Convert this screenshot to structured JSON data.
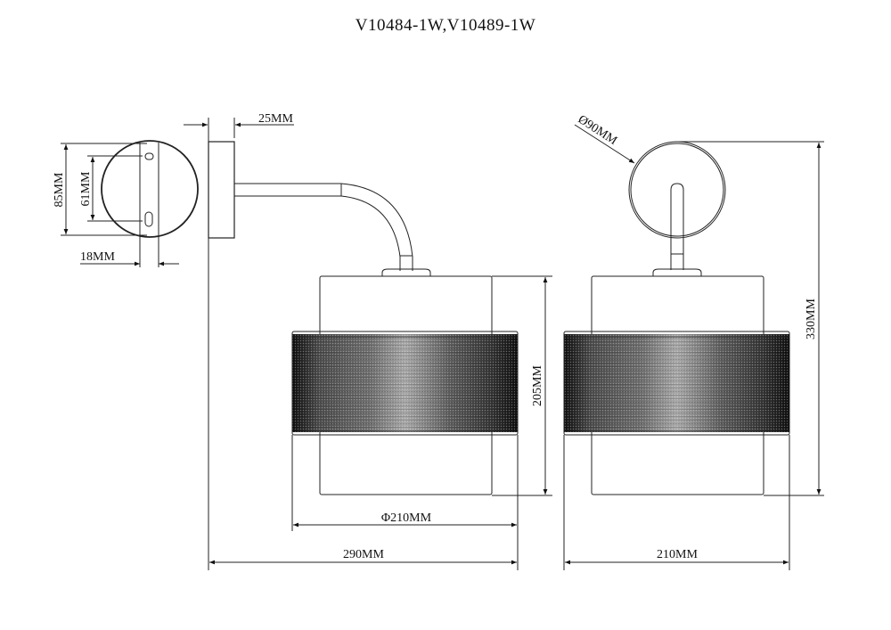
{
  "title": "V10484-1W,V10489-1W",
  "dimensions": {
    "backplate_height": "85MM",
    "hole_spacing": "61MM",
    "hole_offset": "18MM",
    "backplate_depth": "25MM",
    "backplate_diameter": "Ø90MM",
    "shade_height": "205MM",
    "shade_diameter": "Φ210MM",
    "total_projection": "290MM",
    "front_width": "210MM",
    "total_height": "330MM"
  },
  "views": {
    "backplate": "backplate-view",
    "side": "side-view",
    "front": "front-view"
  },
  "colors": {
    "line": "#222222",
    "mesh_dark": "#1a1a1a",
    "mesh_light": "#9a9a9a"
  }
}
